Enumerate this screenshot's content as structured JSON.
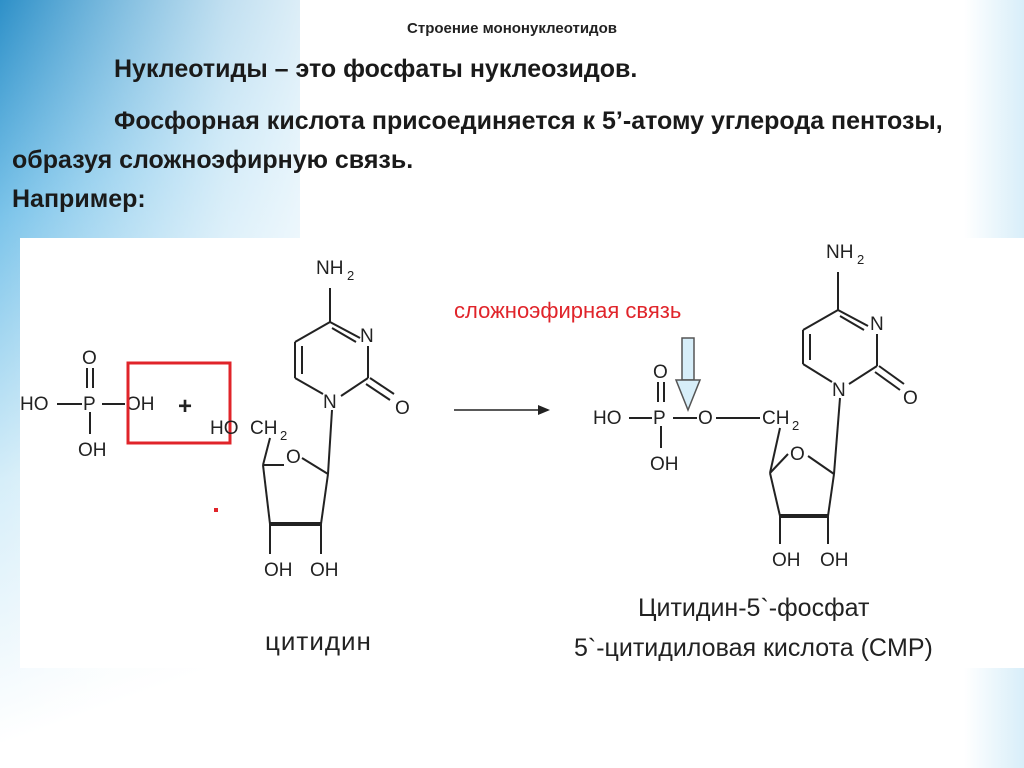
{
  "slide": {
    "title": "Строение мононуклеотидов",
    "definition": "Нуклеотиды – это фосфаты нуклеозидов.",
    "paragraph": "Фосфорная кислота присоединяется к 5’-атому углерода пентозы, образуя сложноэфирную связь.",
    "example_label": "Например:"
  },
  "figure": {
    "ester_bond_label": "сложноэфирная связь",
    "highlight_color": "#e0242a",
    "plus_sign": "+",
    "reactant_name": "цитидин",
    "product_name_1": "Цитидин-5`-фосфат",
    "product_name_2": "5`-цитидиловая кислота (CMP)",
    "atoms": {
      "ho": "HO",
      "oh": "OH",
      "o": "O",
      "p": "P",
      "n": "N",
      "nh": "NH",
      "sub2": "2",
      "ch": "CH"
    }
  }
}
